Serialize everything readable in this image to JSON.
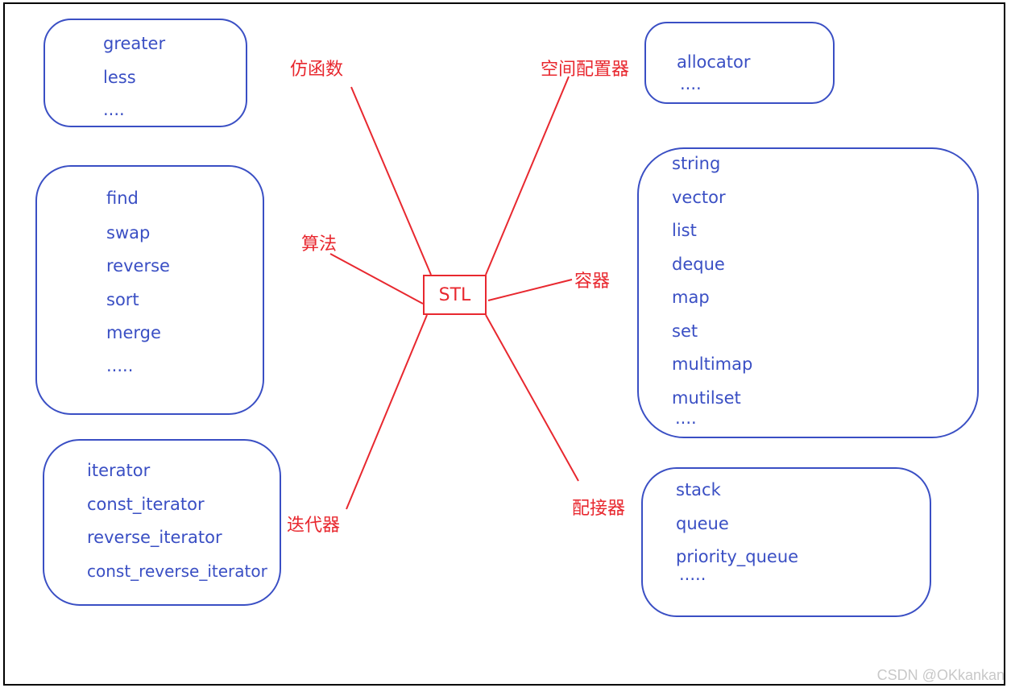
{
  "center": {
    "label": "STL"
  },
  "colors": {
    "line": "#e8282f",
    "box": "#3a4fc4",
    "text": "#3a4fc4"
  },
  "categories": {
    "functors": {
      "label": "仿函数",
      "items": [
        "greater",
        "less",
        "...."
      ]
    },
    "allocator": {
      "label": "空间配置器",
      "items": [
        "allocator",
        "...."
      ]
    },
    "algorithms": {
      "label": "算法",
      "items": [
        "find",
        "swap",
        "reverse",
        "sort",
        "merge",
        "....."
      ]
    },
    "containers": {
      "label": "容器",
      "items": [
        "string",
        "vector",
        "list",
        "deque",
        "map",
        "set",
        "multimap",
        "mutilset",
        "...."
      ]
    },
    "iterators": {
      "label": "迭代器",
      "items": [
        "iterator",
        "const_iterator",
        "reverse_iterator",
        "const_reverse_iterator"
      ]
    },
    "adapters": {
      "label": "配接器",
      "items": [
        "stack",
        "queue",
        "priority_queue",
        "....."
      ]
    }
  },
  "watermark": "CSDN @OKkankan"
}
